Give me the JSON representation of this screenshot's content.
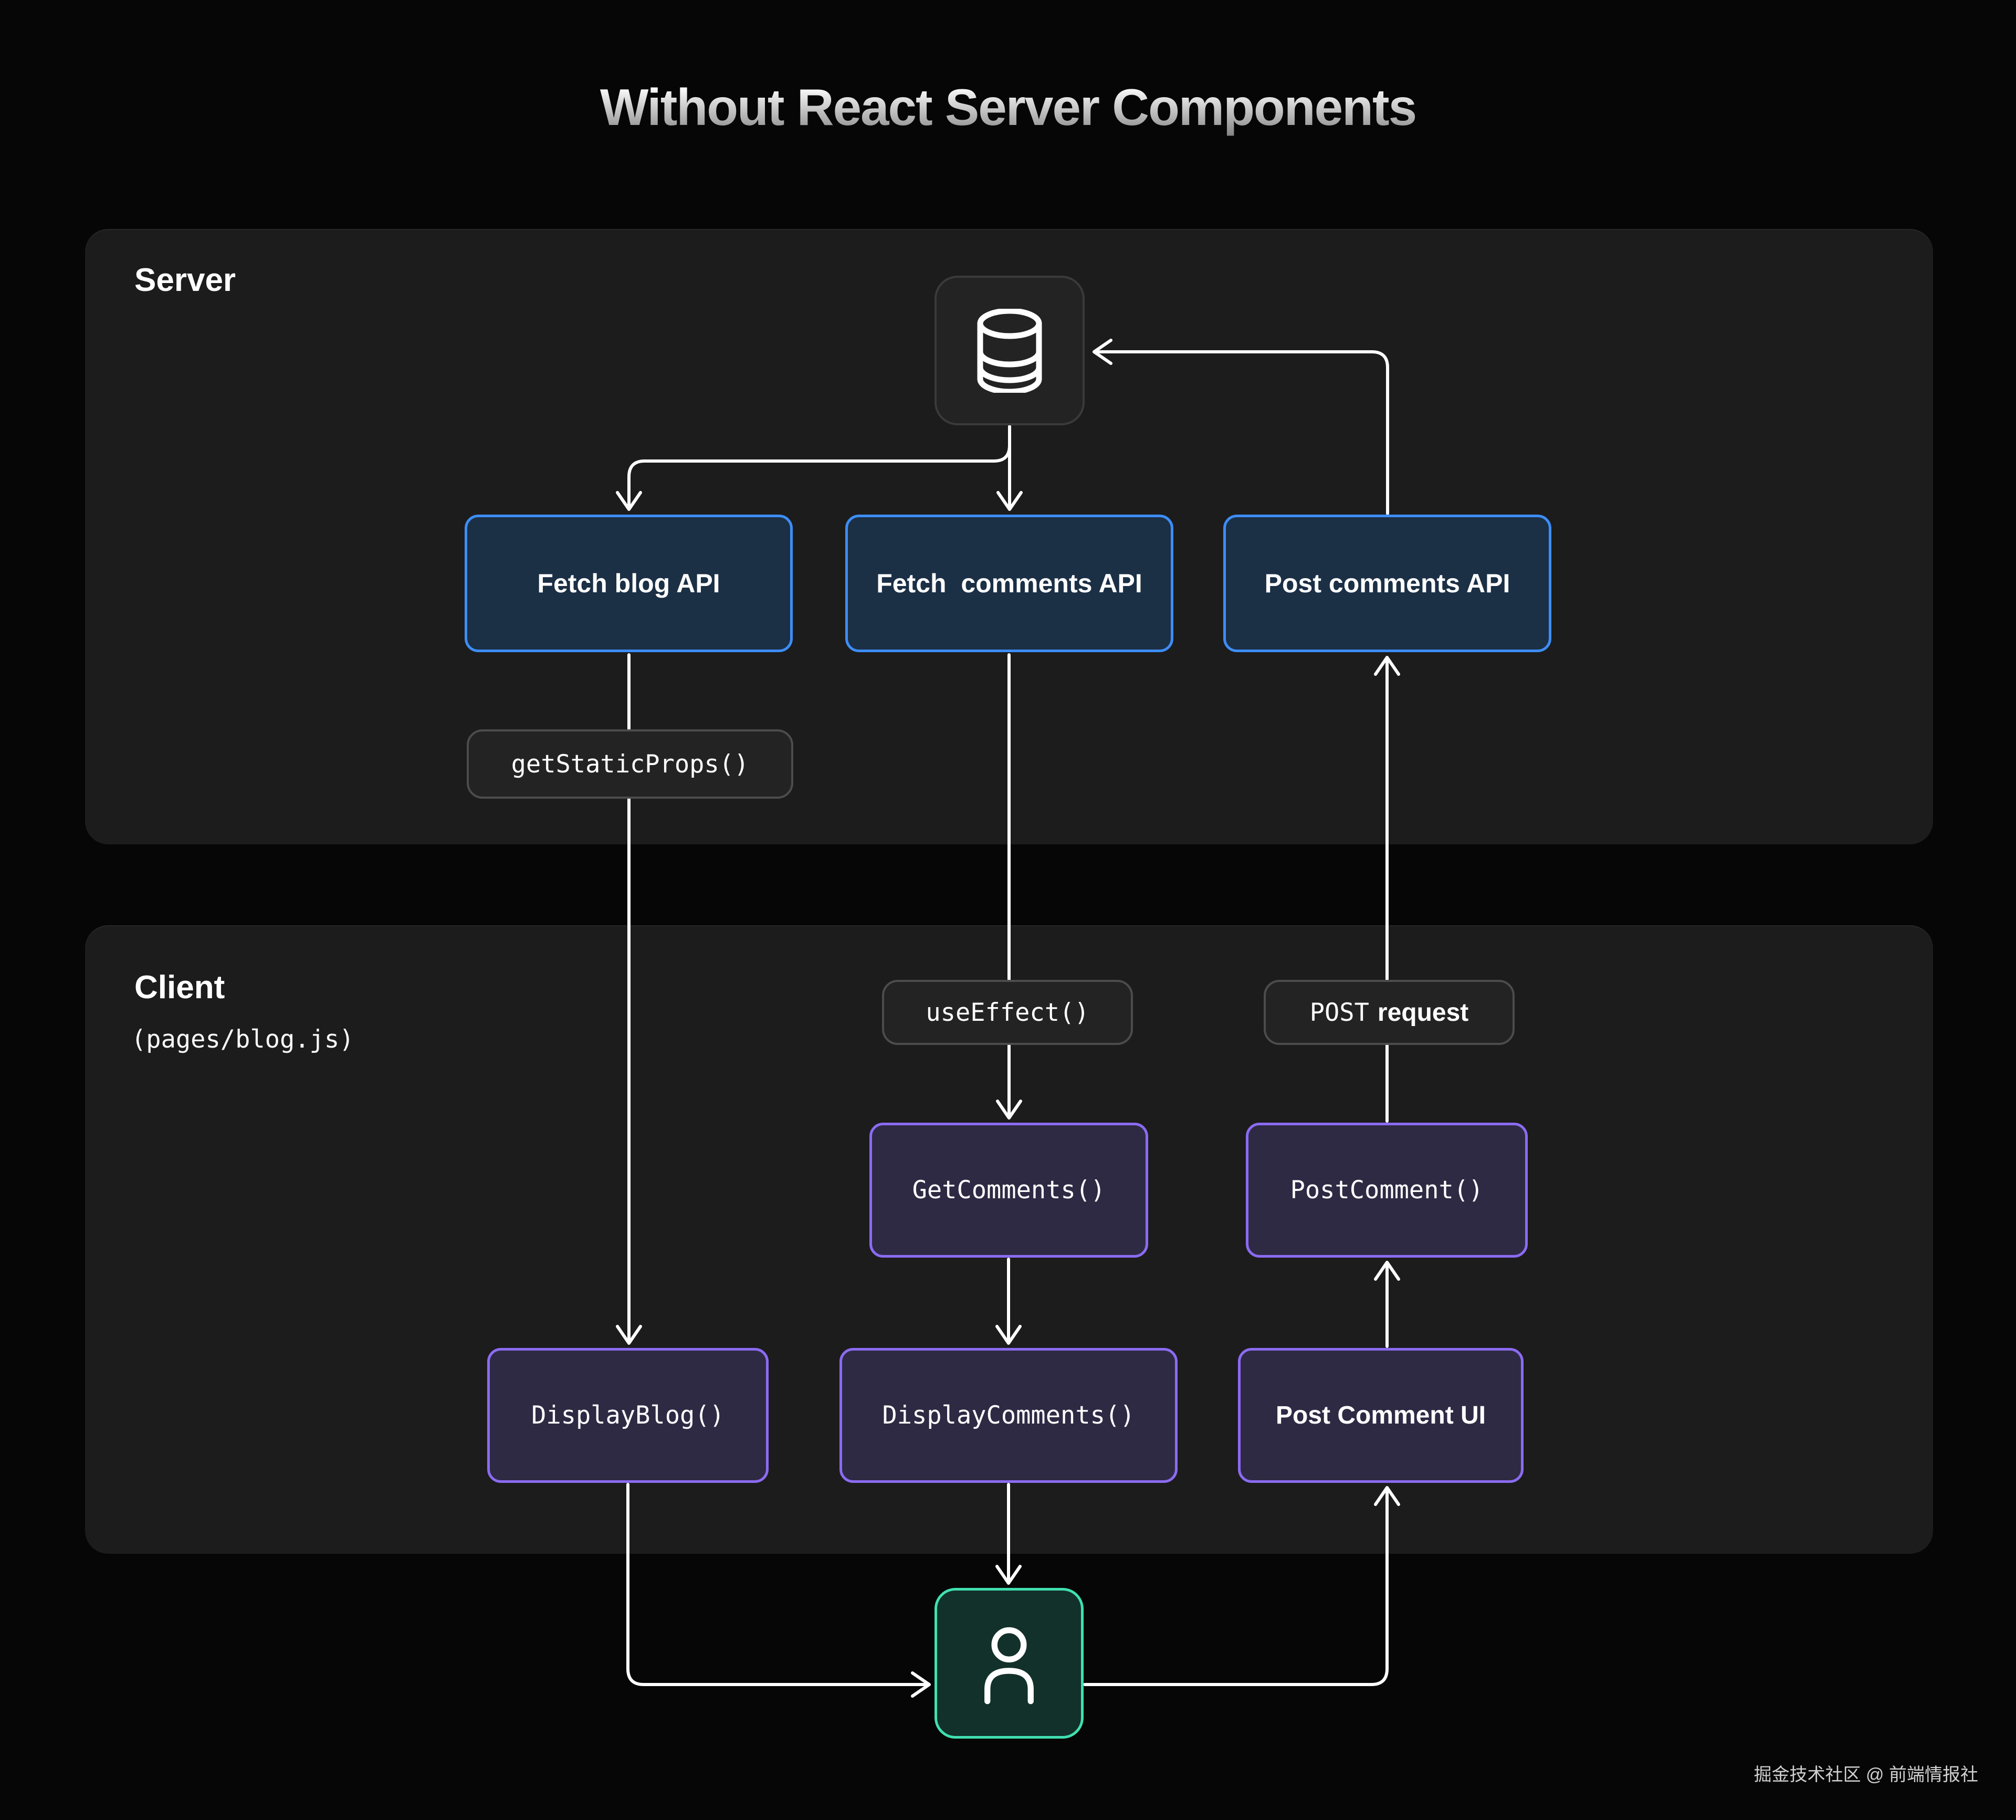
{
  "title": "Without React Server Components",
  "watermark": "掘金技术社区 @ 前端情报社",
  "sections": {
    "server": {
      "label": "Server"
    },
    "client": {
      "label": "Client",
      "sublabel": "(pages/blog.js)"
    }
  },
  "nodes": {
    "database": {
      "icon": "database-icon"
    },
    "fetch_blog_api": {
      "label": "Fetch blog API"
    },
    "fetch_comments_api": {
      "label": "Fetch  comments API"
    },
    "post_comments_api": {
      "label": "Post comments API"
    },
    "get_static_props": {
      "label": "getStaticProps()"
    },
    "use_effect": {
      "label": "useEffect()"
    },
    "post_request": {
      "label_mono": "POST",
      "label_bold": "request"
    },
    "get_comments": {
      "label": "GetComments()"
    },
    "post_comment": {
      "label": "PostComment()"
    },
    "display_blog": {
      "label": "DisplayBlog()"
    },
    "display_comments": {
      "label": "DisplayComments()"
    },
    "post_comment_ui": {
      "label": "Post Comment UI"
    },
    "user": {
      "icon": "user-icon"
    }
  },
  "diagram": {
    "edges": [
      {
        "from": "database",
        "to": "fetch-blog-api"
      },
      {
        "from": "database",
        "to": "fetch-comments-api"
      },
      {
        "from": "post-comments-api",
        "to": "database"
      },
      {
        "from": "fetch-blog-api",
        "to": "display-blog",
        "via": "getStaticProps()"
      },
      {
        "from": "fetch-comments-api",
        "to": "get-comments",
        "via": "useEffect()"
      },
      {
        "from": "get-comments",
        "to": "display-comments"
      },
      {
        "from": "display-comments",
        "to": "user"
      },
      {
        "from": "display-blog",
        "to": "user"
      },
      {
        "from": "user",
        "to": "post-comment-ui"
      },
      {
        "from": "post-comment-ui",
        "to": "post-comment"
      },
      {
        "from": "post-comment",
        "to": "post-comments-api",
        "via": "POST request"
      }
    ]
  },
  "colors": {
    "background": "#060606",
    "panel": "#1c1c1c",
    "blue_border": "#3d8df5",
    "blue_fill": "#1b2f45",
    "purple_border": "#8b6bf2",
    "purple_fill": "#2e2a44",
    "teal_border": "#40e0b0",
    "teal_fill": "#12312a",
    "gray_border": "#4c4c4c",
    "gray_fill": "#232323",
    "line": "#ffffff"
  }
}
